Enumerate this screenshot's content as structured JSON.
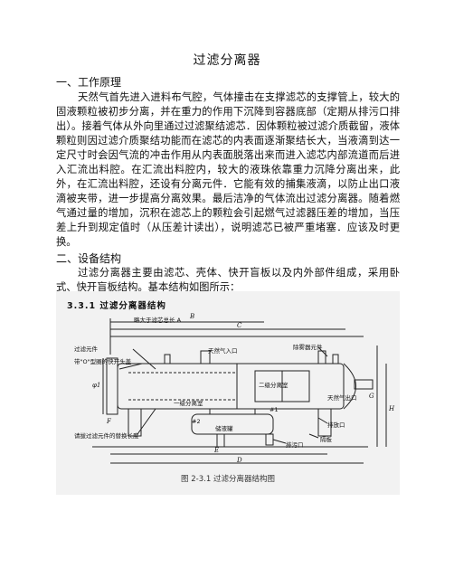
{
  "document": {
    "title": "过滤分离器",
    "section1_heading": "一、工作原理",
    "section1_text": "天然气首先进入进料布气腔，气体撞击在支撑滤芯的支撑管上，较大的固液颗粒被初步分离，并在重力的作用下沉降到容器底部（定期从排污口排出）。接着气体从外向里通过过滤聚结滤芯．因体颗粒被过滤介质截留，液体颗粒则因过滤介质聚结功能而在滤芯的内表面逐渐聚结长大，当液滴到达一定尺寸时会因气流的冲击作用从内表面脱落出来而进入滤芯内部流道而后进入汇流出料腔。在汇流出料腔内，较大的液珠依靠重力沉降分离出来，此外，在汇流出料腔，还设有分离元件．它能有效的捕集液滴，以防止出口液滴被夹带，进一步提高分离效果。最后洁净的气体流出过滤分离器。随着燃气通过量的增加，沉积在滤芯上的颗粒会引起燃气过滤器压差的增加，当压差上升到规定值时（从压差计读出），说明滤芯已被严重堵塞．应该及时更换。",
    "section2_heading": "二、设备结构",
    "section2_text": "过滤分离器主要由滤芯、壳体、快开盲板以及内外部件组成，采用卧式、快开盲板结构。基本结构如图所示："
  },
  "figure": {
    "heading": "3.3.1  过滤分离器结构",
    "caption": "图 2-3.1 过滤分离器结构图",
    "labels": {
      "hint_filter_length": "略大于滤芯总长 A",
      "filter_element": "过滤元件",
      "o_ring_head": "带\"O\"型圈的快开头盖",
      "gas_inlet": "天然气入口",
      "mist_eliminator": "除雾器元件",
      "gas_outlet": "天然气出口",
      "second_chamber": "二级分离室",
      "first_chamber": "一级分离室",
      "sump": "储液罐",
      "drain_port": "排放口",
      "partition": "隔板",
      "sewage_port": "排污口",
      "install_hint": "请拔过滤元件的替换长度",
      "dim_b": "B",
      "dim_c": "C",
      "dim_d": "D",
      "dim_e": "E",
      "dim_g": "G",
      "dim_f": "F",
      "dim_h": "H",
      "dim_phi": "φ1",
      "num1": "#1",
      "num2": "#2"
    }
  }
}
